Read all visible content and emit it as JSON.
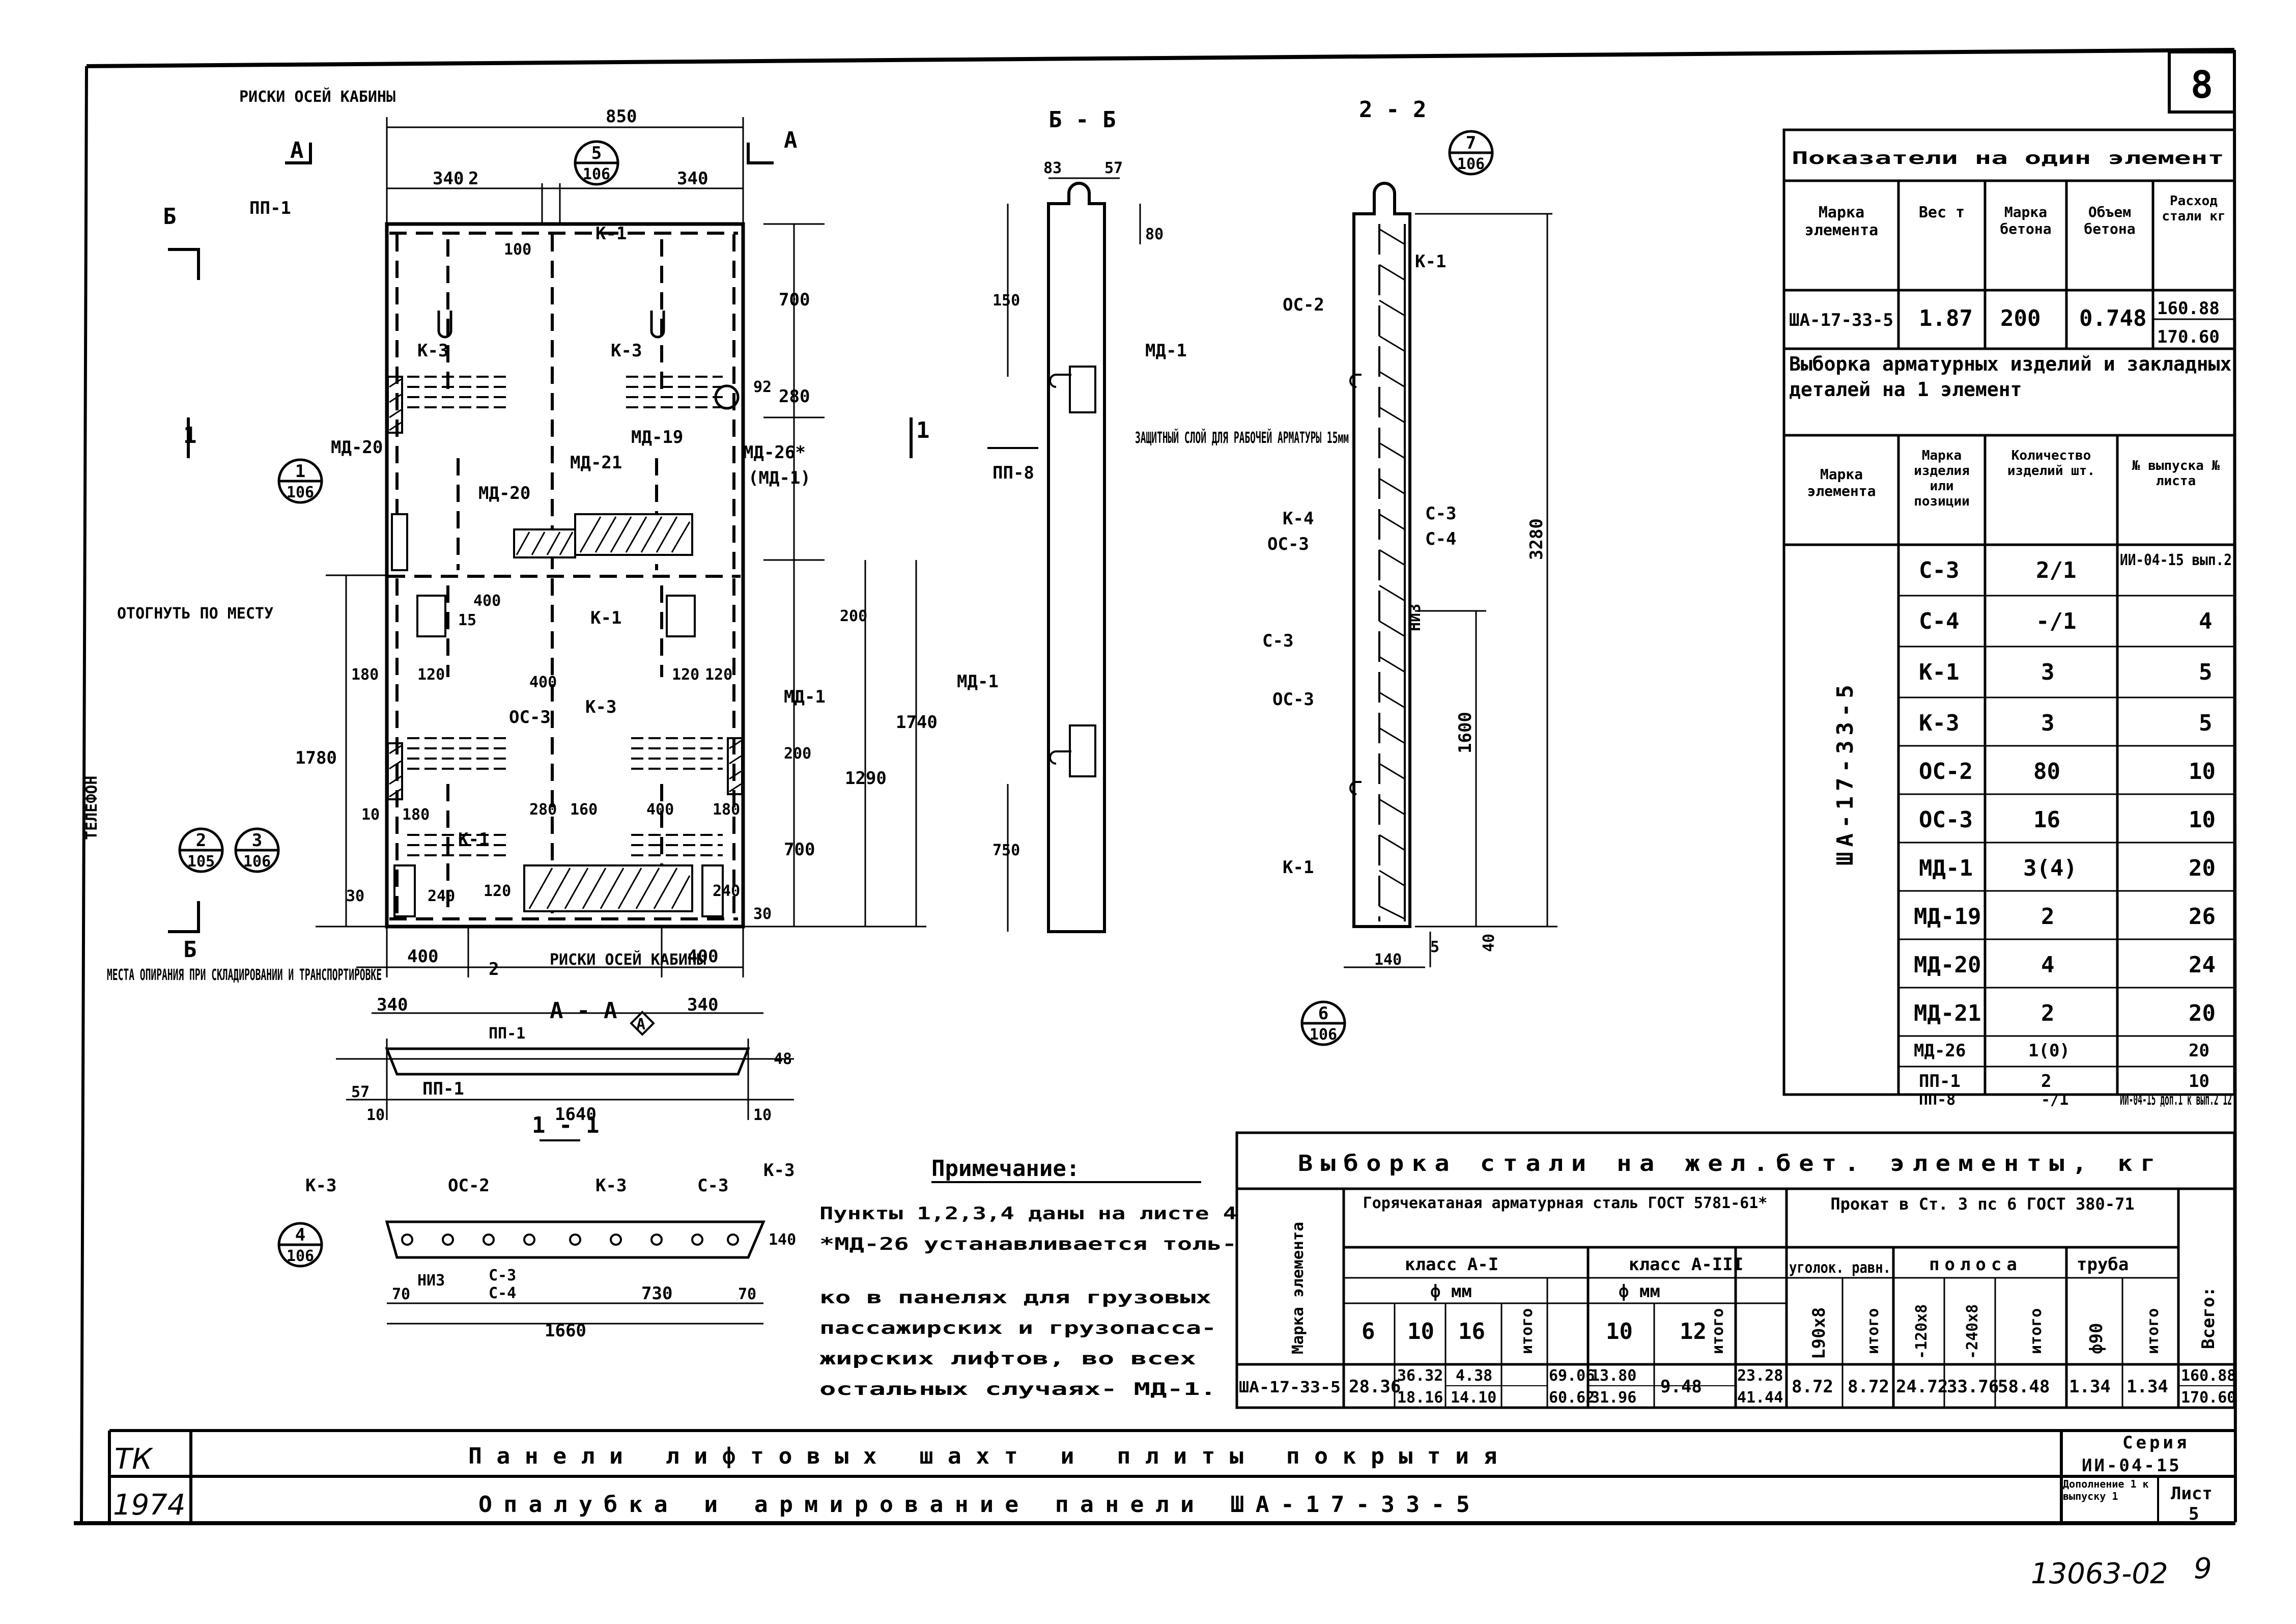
{
  "sheet_number": "8",
  "sections": {
    "bb": "Б - Б",
    "s22": "2 - 2",
    "aa": "А - А",
    "s11": "1 - 1"
  },
  "section_marks": {
    "a": "А",
    "b": "Б",
    "one": "1"
  },
  "callouts": [
    {
      "top": "5",
      "bottom": "106"
    },
    {
      "top": "1",
      "bottom": "106"
    },
    {
      "top": "2",
      "bottom": "105"
    },
    {
      "top": "3",
      "bottom": "106"
    },
    {
      "top": "7",
      "bottom": "106"
    },
    {
      "top": "6",
      "bottom": "106"
    },
    {
      "top": "4",
      "bottom": "106"
    }
  ],
  "labels": {
    "axes_top": "РИСКИ ОСЕЙ КАБИНЫ",
    "axes_bottom": "РИСКИ ОСЕЙ КАБИНЫ",
    "bend": "ОТОГНУТЬ ПО МЕСТУ",
    "supports": "МЕСТА ОПИРАНИЯ ПРИ СКЛАДИРОВАНИИ И ТРАНСПОРТИРОВКЕ",
    "cover": "ЗАЩИТНЫЙ СЛОЙ ДЛЯ РАБОЧЕЙ АРМАТУРЫ 15мм",
    "niz": "НИЗ",
    "stamp_a": "А",
    "side_text": "ТЕЛЕФОН"
  },
  "marks": {
    "pp1": "ПП-1",
    "pp8": "ПП-8",
    "k1": "К-1",
    "k3": "К-3",
    "k4": "К-4",
    "os2": "ОС-2",
    "os3": "ОС-3",
    "c3": "С-3",
    "c4": "С-4",
    "md1": "МД-1",
    "md19": "МД-19",
    "md20": "МД-20",
    "md21": "МД-21",
    "md26": "МД-26*",
    "md26b": "(МД-1)"
  },
  "dims": {
    "d850": "850",
    "d340": "340",
    "d2": "2",
    "d100": "100",
    "d700": "700",
    "d280": "280",
    "d92": "92",
    "d200": "200",
    "d1290": "1290",
    "d1740": "1740",
    "d1780": "1780",
    "d3280": "3280",
    "d400": "400",
    "d120": "120",
    "d160": "160",
    "d180": "180",
    "d30": "30",
    "d10": "10",
    "d150": "150",
    "d1640": "1640",
    "d57": "57",
    "d83": "83",
    "d80": "80",
    "d750": "750",
    "d1600": "1600",
    "d140": "140",
    "d70": "70",
    "d730": "730",
    "d1660": "1660",
    "d48": "48",
    "d15": "15",
    "d240": "240",
    "d5": "5",
    "d40": "40",
    "d120b": "120"
  },
  "note": {
    "title": "Примечание:",
    "lines": [
      "Пункты 1,2,3,4 даны на листе 4",
      "*МД-26 устанавливается толь-",
      "ко в панелях для грузовых",
      "пассажирских и грузопасса-",
      "жирских лифтов, во всех",
      "остальных случаях- МД-1."
    ]
  },
  "indicators": {
    "title": "Показатели на один элемент",
    "headers": [
      "Марка элемента",
      "Вес т",
      "Марка бетона",
      "Объем бетона",
      "Расход стали кг"
    ],
    "row": [
      "ША-17-33-5",
      "1.87",
      "200",
      "0.748",
      "160.88",
      "170.60"
    ]
  },
  "selection": {
    "title": "Выборка арматурных изделий и закладных деталей на 1 элемент",
    "headers": [
      "Марка элемента",
      "Марка изделия или позиции",
      "Количество изделий шт.",
      "№ выпуска № листа"
    ],
    "element": "ША-17-33-5",
    "rows": [
      {
        "mark": "С-3",
        "qty": "2/1",
        "ref": "ИИ-04-15 вып.2"
      },
      {
        "mark": "С-4",
        "qty": "-/1",
        "ref": "4"
      },
      {
        "mark": "К-1",
        "qty": "3",
        "ref": "5"
      },
      {
        "mark": "К-3",
        "qty": "3",
        "ref": "5"
      },
      {
        "mark": "ОС-2",
        "qty": "80",
        "ref": "10"
      },
      {
        "mark": "ОС-3",
        "qty": "16",
        "ref": "10"
      },
      {
        "mark": "МД-1",
        "qty": "3(4)",
        "ref": "20"
      },
      {
        "mark": "МД-19",
        "qty": "2",
        "ref": "26"
      },
      {
        "mark": "МД-20",
        "qty": "4",
        "ref": "24"
      },
      {
        "mark": "МД-21",
        "qty": "2",
        "ref": "20"
      },
      {
        "mark": "МД-26",
        "qty": "1(0)",
        "ref": "20"
      },
      {
        "mark": "ПП-1",
        "qty": "2",
        "ref": "10"
      },
      {
        "mark": "ПП-8",
        "qty": "-/1",
        "ref": "ИИ-04-15 доп.1 к вып.2 12"
      }
    ]
  },
  "steel": {
    "title": "Выборка стали на жел.бет. элементы, кг",
    "col_mark": "Марка элемента",
    "hot": "Горячекатаная арматурная сталь ГОСТ 5781-61*",
    "rolled": "Прокат в Ст. 3 пс 6 ГОСТ 380-71",
    "class1": "класс А-I",
    "class3": "класс А-III",
    "phi_mm": "ф мм",
    "d": [
      "6",
      "10",
      "16",
      "итого",
      "10",
      "12",
      "итого"
    ],
    "angle": "уголок. равн.",
    "angle_size": "L90х8",
    "strip": "полоса",
    "strip_sizes": [
      "-120х8",
      "-240х8"
    ],
    "pipe": "труба",
    "pipe_size": "ф90",
    "itogo": "итого",
    "total": "Всего:",
    "row": {
      "mark": "ША-17-33-5",
      "a6": "28.36",
      "a10": [
        "36.32",
        "18.16"
      ],
      "a16": [
        "4.38",
        "14.10"
      ],
      "a_itogo": [
        "69.06",
        "60.62"
      ],
      "b10": [
        "13.80",
        "31.96"
      ],
      "b12": "9.48",
      "b_itogo": [
        "23.28",
        "41.44"
      ],
      "ug": "8.72",
      "ug_itogo": "8.72",
      "p120": "24.72",
      "p240": "33.76",
      "p_itogo": "58.48",
      "tr": "1.34",
      "tr_itogo": "1.34",
      "vsego": [
        "160.88",
        "170.60"
      ]
    }
  },
  "title_block": {
    "org": "ТК",
    "year": "1974",
    "line1": "Панели лифтовых шахт и плиты покрытия",
    "line2": "Опалубка и армирование панели ША-17-33-5",
    "series_label": "Серия",
    "series": "ИИ-04-15",
    "supplement": "Дополнение 1 к выпуску 1",
    "sheet_label": "Лист",
    "sheet": "5"
  },
  "inventory": "13063-02",
  "inventory_page": "9"
}
